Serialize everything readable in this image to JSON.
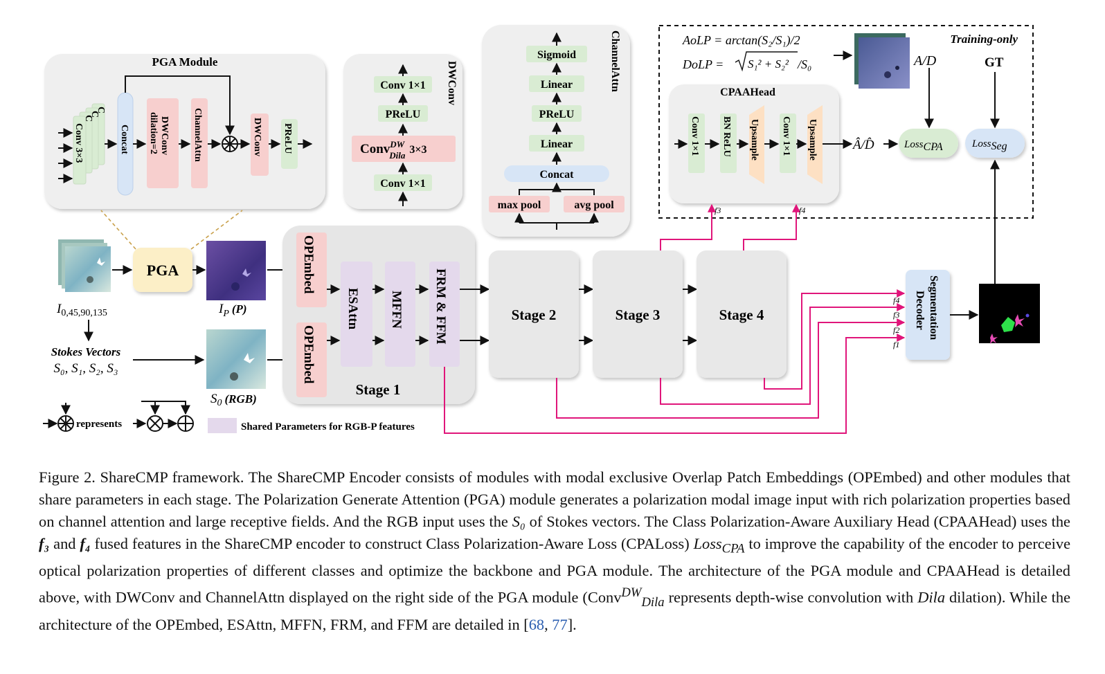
{
  "pga_module": {
    "title": "PGA Module",
    "conv": "Conv 3×3",
    "conv_stub": "C",
    "concat": "Concat",
    "dwconv_dil": "DWConv dilation=2",
    "dwconv_dil_l1": "DWConv",
    "dwconv_dil_l2": "dilation=2",
    "channelattn": "ChannelAttn",
    "dwconv": "DWConv",
    "prelu": "PReLU"
  },
  "dwconv_detail": {
    "title": "DWConv",
    "conv_top": "Conv 1×1",
    "prelu": "PReLU",
    "conv_dila": "Conv",
    "conv_dila_sup": "DW",
    "conv_dila_sub": "Dila",
    "conv_dila_size": "3×3",
    "conv_bottom": "Conv 1×1"
  },
  "channelattn_detail": {
    "title": "ChannelAttn",
    "sigmoid": "Sigmoid",
    "linear_top": "Linear",
    "prelu": "PReLU",
    "linear_bottom": "Linear",
    "concat": "Concat",
    "max_pool": "max pool",
    "avg_pool": "avg pool"
  },
  "training": {
    "label": "Training-only",
    "aolp": "AoLP = arctan(S₂/S₁)/2",
    "dolp_lhs": "DoLP =",
    "dolp_root": "S₁² + S₂²",
    "dolp_tail": "/S₀",
    "ad_label": "A/D",
    "gt_label": "GT",
    "head_title": "CPAAHead",
    "head_conv1": "Conv 1×1",
    "head_bn": "BN ReLU",
    "head_up1": "Upsample",
    "head_conv2": "Conv 1×1",
    "head_up2": "Upsample",
    "head_out": "Â/D̂",
    "f3": "f3",
    "f4": "f4",
    "loss_cpa": "Loss",
    "loss_cpa_sub": "CPA",
    "loss_seg": "Loss",
    "loss_seg_sub": "Seg"
  },
  "pipeline": {
    "pga": "PGA",
    "input_label": "I",
    "input_sub": "0,45,90,135",
    "ip_label": "I",
    "ip_sub": "P",
    "ip_tag": "(P)",
    "stokes_title": "Stokes Vectors",
    "stokes_vars": "S₀, S₁, S₂, S₃",
    "s0_label": "S",
    "s0_sub": "0",
    "s0_tag": "(RGB)",
    "opembed": "OPEmbed",
    "esattn": "ESAttn",
    "mffn": "MFFN",
    "frm_ffm": "FRM & FFM",
    "stage1": "Stage 1",
    "stage2": "Stage 2",
    "stage3": "Stage 3",
    "stage4": "Stage 4",
    "decoder": "Segmentation Decoder",
    "decoder_l1": "Segmentation",
    "decoder_l2": "Decoder",
    "fin_f4": "f4",
    "fin_f3": "f3",
    "fin_f2": "f2",
    "fin_f1": "f1"
  },
  "legend": {
    "represents": "represents",
    "shared": "Shared Parameters for RGB-P features"
  },
  "caption": {
    "s1": "Figure 2. ShareCMP framework. The ShareCMP Encoder consists of modules with modal exclusive Overlap Patch Embeddings (OPEmbed) and other modules that share parameters in each stage. The Polarization Generate Attention (PGA) module generates a polarization modal image input with rich polarization properties based on channel attention and large receptive fields. And the RGB input uses the",
    "s0": "S₀",
    "s2": "of Stokes vectors. The Class Polarization-Aware Auxiliary Head (CPAAHead) uses the",
    "f3": "f₃",
    "and": "and",
    "f4": "f₄",
    "s3": "fused features in the ShareCMP encoder to construct Class Polarization-Aware Loss (CPALoss)",
    "loss": "Loss",
    "loss_sub": "CPA",
    "s4": "to improve the capability of the encoder to perceive optical polarization properties of different classes and optimize the backbone and PGA module. The architecture of the PGA module and CPAAHead is detailed above, with DWConv and ChannelAttn displayed on the right side of the PGA module (",
    "conv": "Conv",
    "conv_sup": "DW",
    "conv_sub": "Dila",
    "s5": "represents depth-wise convolution with",
    "dila": "Dila",
    "s6": "dilation). While the architecture of the OPEmbed, ESAttn, MFFN, FRM, and FFM are detailed in [",
    "ref1": "68",
    "sep": ", ",
    "ref2": "77",
    "s7": "]."
  },
  "colors": {
    "green": "#d9ecd3",
    "pink": "#f7cfce",
    "blue": "#d7e5f6",
    "purple": "#e4d9ec",
    "yellow": "#fcefc7",
    "orange": "#fde0c3",
    "panel": "#efefef",
    "stage": "#e8e8e8",
    "magenta": "#e0157a"
  }
}
